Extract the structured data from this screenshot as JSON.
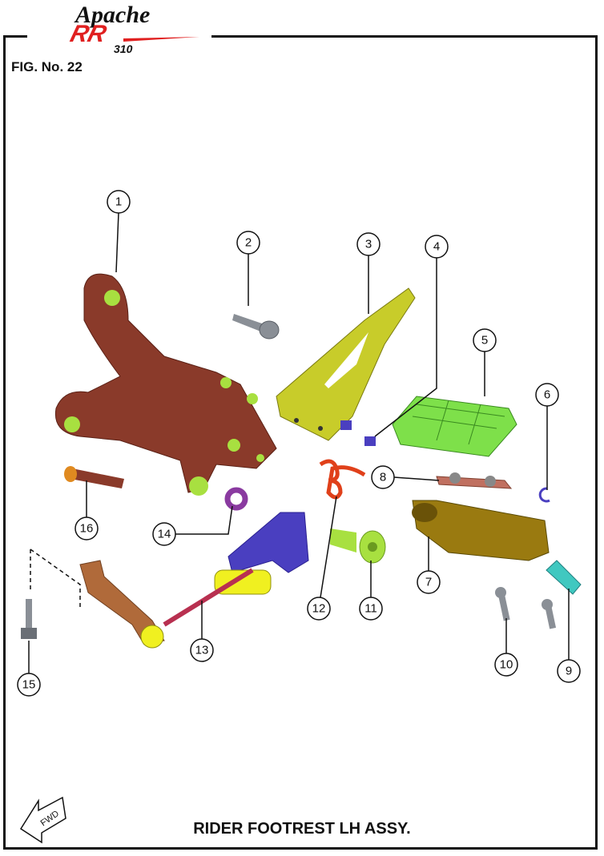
{
  "logo": {
    "brand": "Apache",
    "model": "RR",
    "number": "310"
  },
  "figure_label": "FIG. No. 22",
  "title": "RIDER FOOTREST LH ASSY.",
  "fwd_label": "FWD",
  "callouts": [
    "1",
    "2",
    "3",
    "4",
    "5",
    "6",
    "7",
    "8",
    "9",
    "10",
    "11",
    "12",
    "13",
    "14",
    "15",
    "16"
  ],
  "colors": {
    "bracket": "#8a3a2a",
    "bolt": "#8a8f96",
    "plate": "#c8cc2a",
    "bluebolt": "#4a3fc0",
    "peg": "#7ee04a",
    "peg_holder": "#9a7a10",
    "spring": "#e0401a",
    "lever": "#4a3fc0",
    "rod": "#b83050",
    "arm": "#b06a3a",
    "yellow": "#f0f020",
    "cyan": "#40c8c0",
    "washer": "#8a3aa0"
  }
}
